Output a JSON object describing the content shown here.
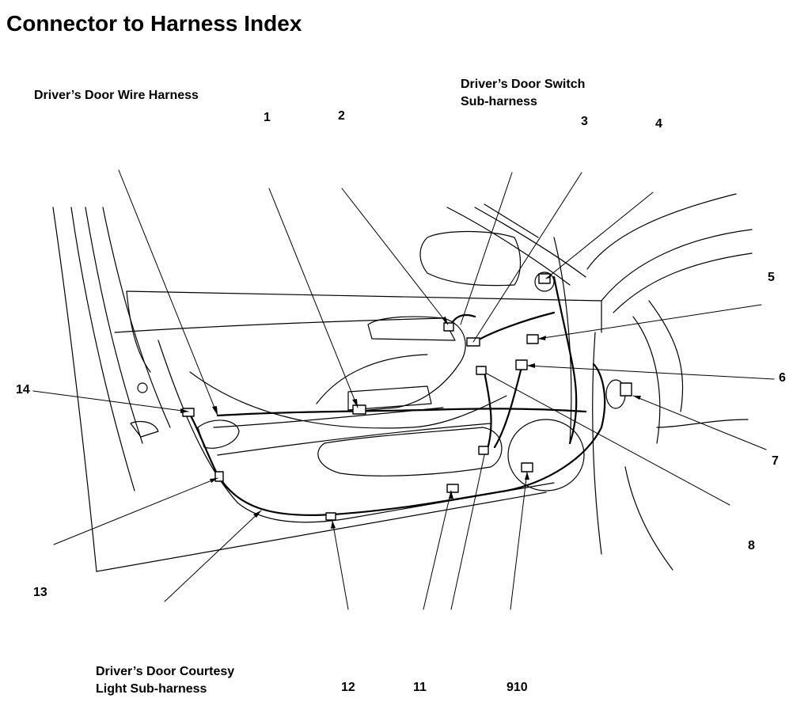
{
  "title": "Connector to Harness Index",
  "harness_labels": {
    "door_wire": "Driver’s Door Wire Harness",
    "switch_line1": "Driver’s Door Switch",
    "switch_line2": "Sub-harness",
    "courtesy_line1": "Driver’s Door Courtesy",
    "courtesy_line2": "Light Sub-harness"
  },
  "callouts": {
    "n1": "1",
    "n2": "2",
    "n3": "3",
    "n4": "4",
    "n5": "5",
    "n6": "6",
    "n7": "7",
    "n8": "8",
    "n910": "910",
    "n11": "11",
    "n12": "12",
    "n13": "13",
    "n14": "14"
  }
}
